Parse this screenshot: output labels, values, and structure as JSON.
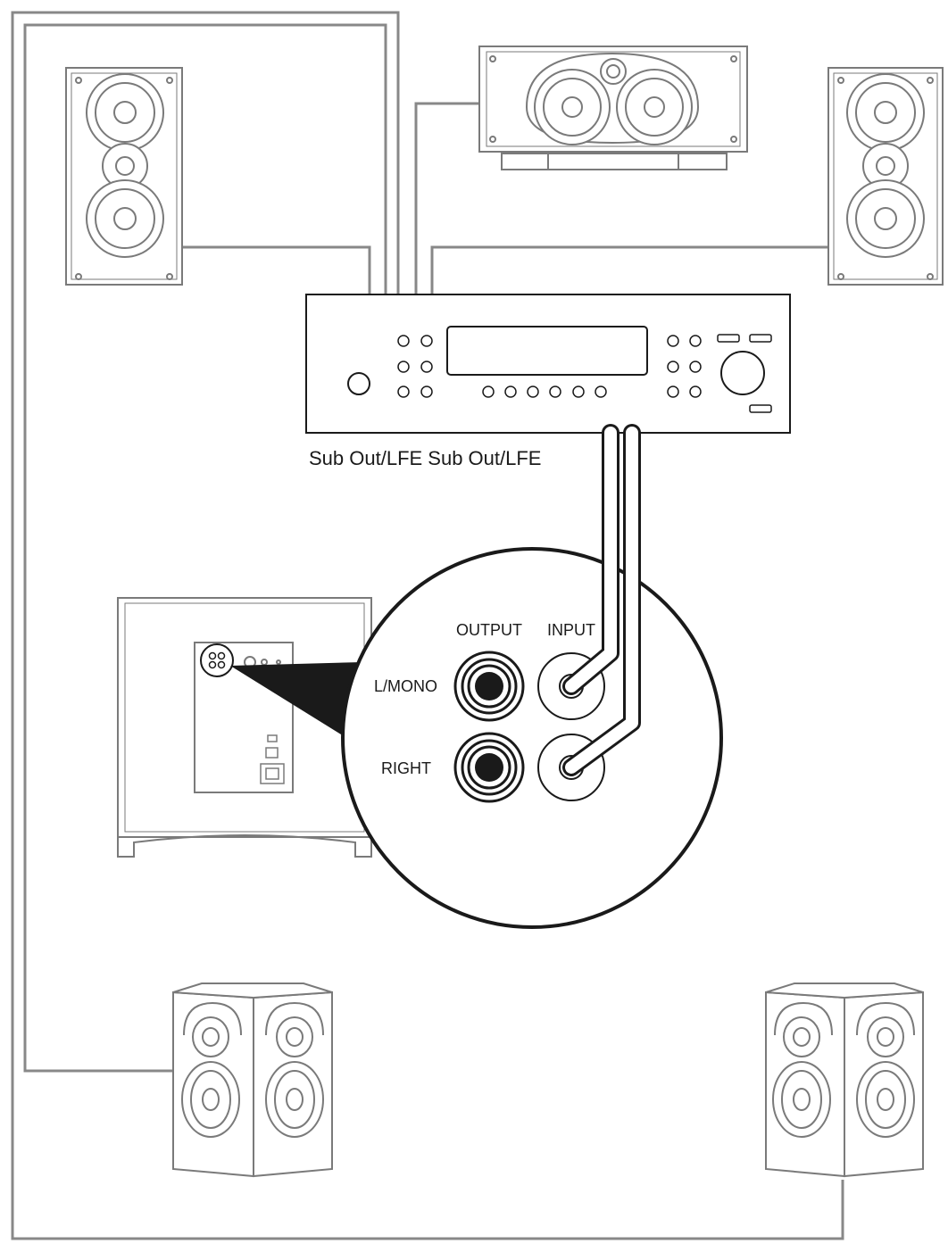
{
  "labels": {
    "sub_out": "Sub Out/LFE Sub Out/LFE",
    "output": "OUTPUT",
    "input": "INPUT",
    "l_mono": "L/MONO",
    "right": "RIGHT"
  },
  "colors": {
    "line": "#1a1a1a",
    "speaker_line": "#7a7a7a",
    "wire": "#888888",
    "fill": "#ffffff"
  }
}
